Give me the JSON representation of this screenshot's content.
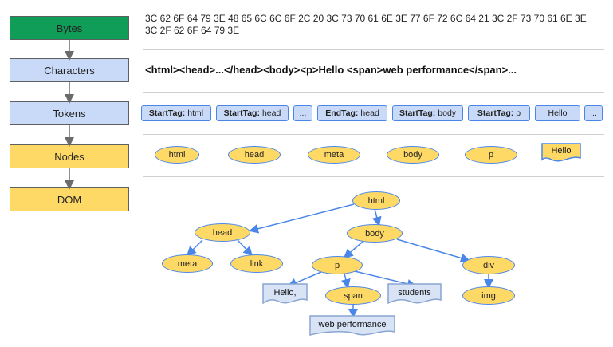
{
  "stages": [
    "Bytes",
    "Characters",
    "Tokens",
    "Nodes",
    "DOM"
  ],
  "bytes_text": "3C 62 6F 64 79 3E 48 65 6C 6C 6F 2C 20 3C 73 70 61 6E 3E 77 6F 72 6C 64 21 3C 2F 73 70 61 6E 3E 3C 2F 62 6F 64 79 3E",
  "characters_text": "<html><head>...</head><body><p>Hello <span>web performance</span>...",
  "tokens": [
    {
      "kind": "StartTag:",
      "name": "html"
    },
    {
      "kind": "StartTag:",
      "name": "head"
    },
    {
      "kind": "",
      "name": "..."
    },
    {
      "kind": "EndTag:",
      "name": "head"
    },
    {
      "kind": "StartTag:",
      "name": "body"
    },
    {
      "kind": "StartTag:",
      "name": "p"
    },
    {
      "kind": "",
      "name": "Hello"
    },
    {
      "kind": "",
      "name": "..."
    }
  ],
  "nodes": [
    "html",
    "head",
    "meta",
    "body",
    "p",
    "Hello"
  ],
  "dom": {
    "html": "html",
    "head": "head",
    "body": "body",
    "meta": "meta",
    "link": "link",
    "p": "p",
    "div": "div",
    "hello": "Hello,",
    "span": "span",
    "students": "students",
    "img": "img",
    "web_performance": "web performance"
  },
  "colors": {
    "green": "#0f9d58",
    "blue_fill": "#c9daf8",
    "yellow_fill": "#ffd966",
    "edge": "#4a86e8",
    "text_box": "#d8e3f5"
  }
}
